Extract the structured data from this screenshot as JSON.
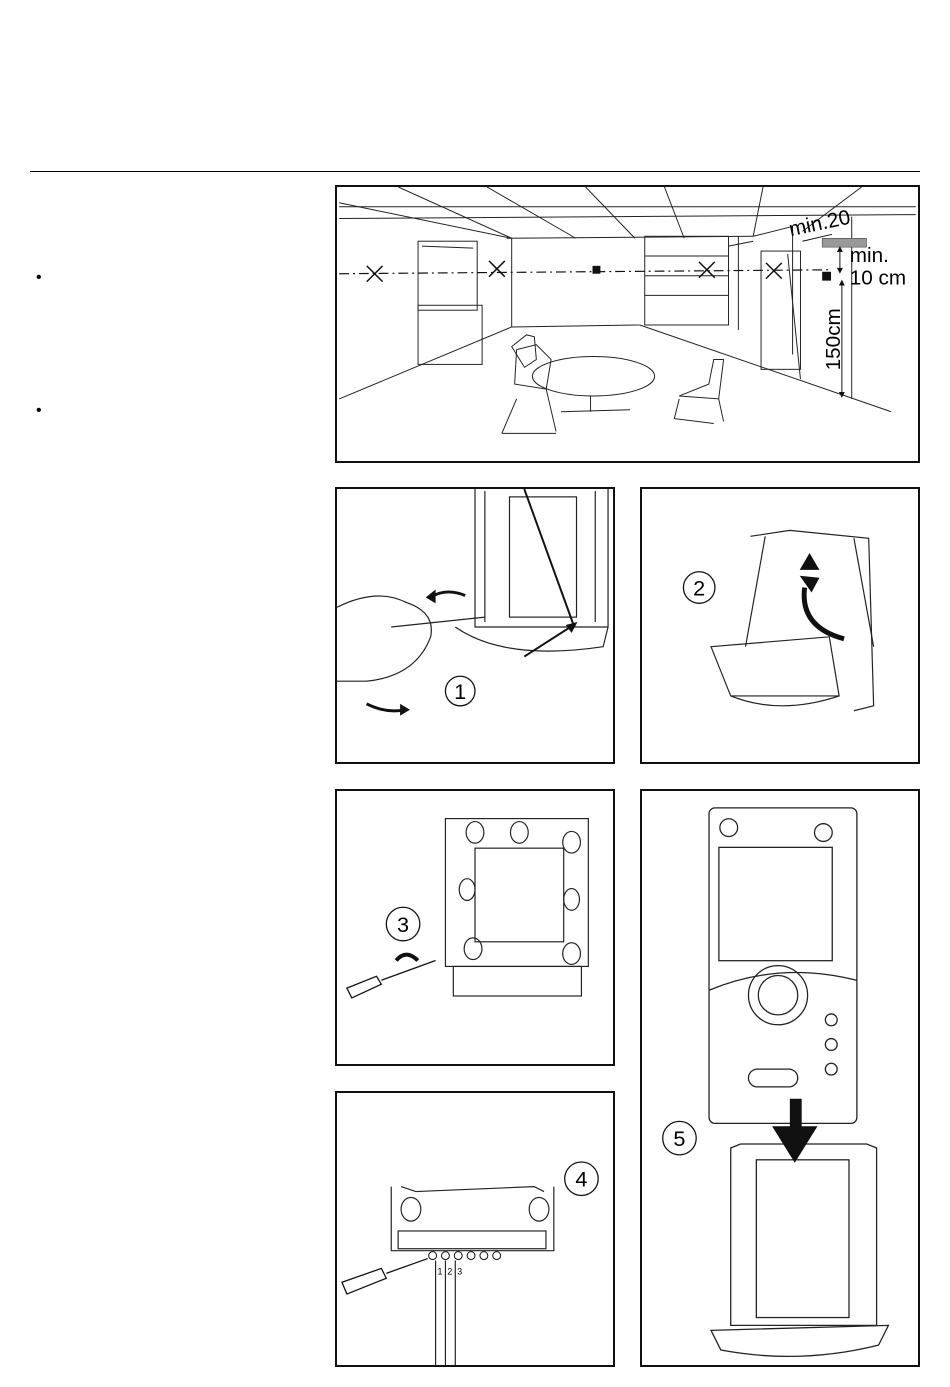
{
  "bullets": [
    "•",
    "•"
  ],
  "room": {
    "label_min20": "min.20",
    "label_min": "min.",
    "label_10cm": "10 cm",
    "label_150cm": "150cm"
  },
  "steps": {
    "s1": "1",
    "s2": "2",
    "s3": "3",
    "s4": "4",
    "s5": "5"
  },
  "terminals": [
    "1",
    "2",
    "3"
  ]
}
